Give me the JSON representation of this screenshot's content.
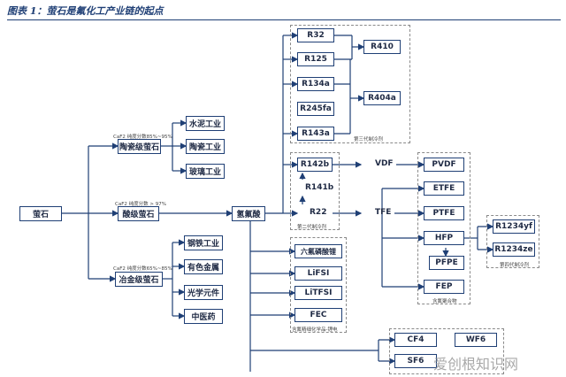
{
  "caption": "图表 1：萤石是氟化工产业链的起点",
  "nodes": {
    "fluorite": "萤石",
    "ceramic_grade": "陶瓷级萤石",
    "acid_grade": "酸级萤石",
    "metallurgical_grade": "冶金级萤石",
    "cement": "水泥工业",
    "ceramics": "陶瓷工业",
    "glass": "玻璃工业",
    "steel": "钢铁工业",
    "nonferrous": "有色金属",
    "optical": "光学元件",
    "tcm": "中医药",
    "hf": "氢氟酸",
    "r32": "R32",
    "r125": "R125",
    "r134a": "R134a",
    "r245fa": "R245fa",
    "r143a": "R143a",
    "r410": "R410",
    "r404a": "R404a",
    "r142b": "R142b",
    "r141b": "R141b",
    "r22": "R22",
    "vdf": "VDF",
    "tfe": "TFE",
    "pvdf": "PVDF",
    "etfe": "ETFE",
    "ptfe": "PTFE",
    "hfp": "HFP",
    "pfpe": "PFPE",
    "fep": "FEP",
    "r1234yf": "R1234yf",
    "r1234ze": "R1234ze",
    "lipf6": "六氟磷酸锂",
    "lifsi": "LiFSI",
    "litfsi": "LiTFSI",
    "fec": "FEC",
    "cf4": "CF4",
    "wf6": "WF6",
    "sf6": "SF6"
  },
  "labels": {
    "caf2_ceramic": "CaF2 纯度分数85%~95%",
    "caf2_acid": "CaF2 纯度分数 > 97%",
    "caf2_metal": "CaF2 纯度分数65%~85%",
    "gen3": "第三代制冷剂",
    "gen2": "第二代制冷剂",
    "gen4": "第四代制冷剂",
    "polymers": "含氟聚合物",
    "fine_chem": "含氟精细化学品-锂电"
  },
  "watermark": "爱创根知识网",
  "colors": {
    "line": "#1f3f75",
    "box_border": "#1f3f75",
    "caption": "#1f3f75"
  }
}
